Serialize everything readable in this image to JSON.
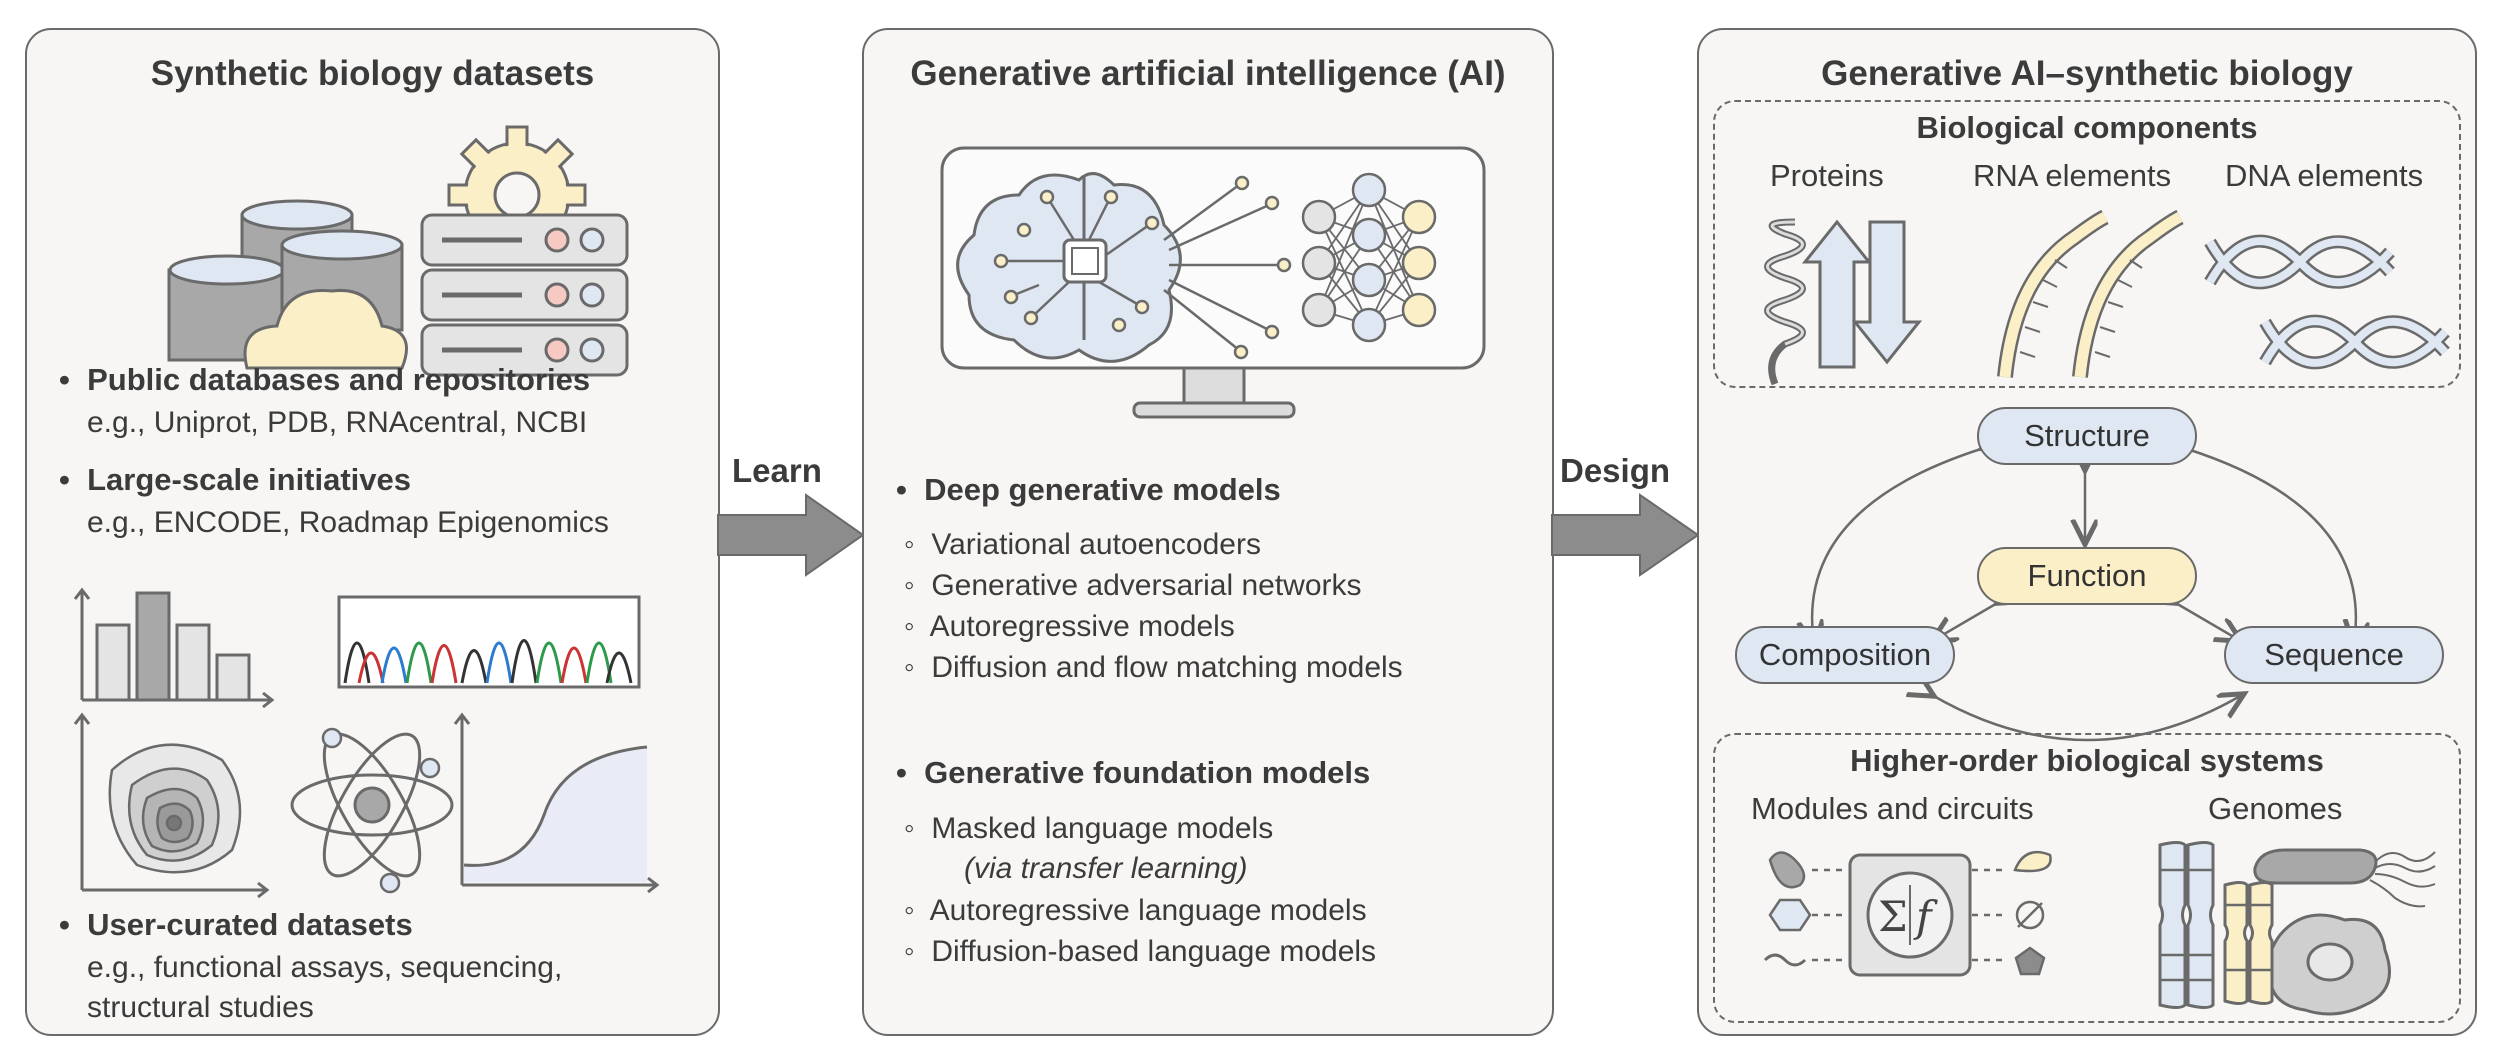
{
  "left": {
    "title": "Synthetic biology datasets",
    "b1": "Public databases and repositories",
    "b1_sub": "e.g., Uniprot, PDB, RNAcentral, NCBI",
    "b2": "Large-scale initiatives",
    "b2_sub": "e.g., ENCODE, Roadmap Epigenomics",
    "b3": "User-curated datasets",
    "b3_sub1": "e.g., functional assays, sequencing,",
    "b3_sub2": "structural studies"
  },
  "arrows": {
    "learn": "Learn",
    "design": "Design"
  },
  "middle": {
    "title": "Generative artificial intelligence (AI)",
    "b1": "Deep generative models",
    "b1_items": [
      "Variational autoencoders",
      "Generative adversarial networks",
      "Autoregressive models",
      "Diffusion and flow matching models"
    ],
    "b2": "Generative foundation models",
    "b2_item1": "Masked language models",
    "b2_item1_note": "(via transfer learning)",
    "b2_item2": "Autoregressive language models",
    "b2_item3": "Diffusion-based language models"
  },
  "right": {
    "title": "Generative AI–synthetic biology",
    "components_title": "Biological components",
    "proteins": "Proteins",
    "rna": "RNA elements",
    "dna": "DNA elements",
    "structure": "Structure",
    "function": "Function",
    "composition": "Composition",
    "sequence": "Sequence",
    "systems_title": "Higher-order biological systems",
    "modules": "Modules and circuits",
    "genomes": "Genomes"
  },
  "colors": {
    "border": "#6a6a6a",
    "panel_bg": "#f7f6f4",
    "node_blue": "#dfe7f3",
    "node_yellow": "#fbefc7",
    "arrow_gray": "#8c8c8c",
    "accent_red": "#f6c9c3"
  }
}
